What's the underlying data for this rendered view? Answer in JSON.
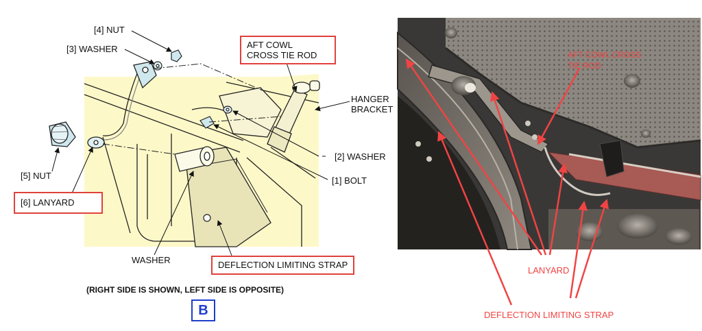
{
  "diagram": {
    "labels": {
      "nut4": "[4] NUT",
      "washer3": "[3] WASHER",
      "cross_tie_rod_line1": "AFT COWL",
      "cross_tie_rod_line2": "CROSS TIE ROD",
      "hanger_line1": "HANGER",
      "hanger_line2": "BRACKET",
      "washer2": "[2] WASHER",
      "bolt1": "[1] BOLT",
      "nut5": "[5] NUT",
      "lanyard6": "[6] LANYARD",
      "washer": "WASHER",
      "deflection_strap": "DEFLECTION LIMITING STRAP"
    },
    "caption": "(RIGHT SIDE IS SHOWN, LEFT SIDE IS OPPOSITE)",
    "view_letter": "B"
  },
  "photo": {
    "labels": {
      "cross_tie_rod_line1": "AFT COWL CROSS",
      "cross_tie_rod_line2": "TIE ROD",
      "lanyard": "LANYARD",
      "deflection_strap": "DEFLECTION LIMITING STRAP"
    }
  },
  "colors": {
    "highlight_box": "#e0413b",
    "arrow_red": "#f04444",
    "view_letter_blue": "#1e3ecb",
    "diagram_fill": "#fdf8c8"
  }
}
